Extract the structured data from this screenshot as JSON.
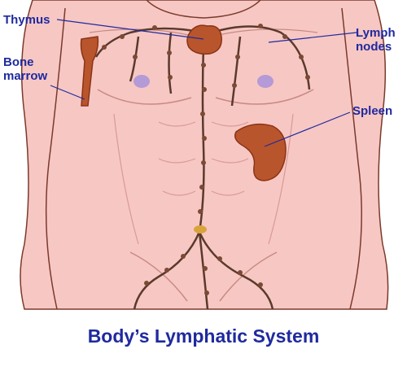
{
  "labels": {
    "thymus": "Thymus",
    "bone_marrow_line1": "Bone",
    "bone_marrow_line2": "marrow",
    "lymph_nodes_line1": "Lymph",
    "lymph_nodes_line2": "nodes",
    "spleen": "Spleen"
  },
  "title": "Body’s Lymphatic System",
  "colors": {
    "skin": "#f7c7c4",
    "skin_shade": "#efb3b0",
    "outline": "#7a3a2a",
    "organ": "#b9552c",
    "organ_dark": "#8a3415",
    "vessel": "#5a3a2a",
    "nipple": "#b49ad6",
    "label": "#1f2a9e",
    "node": "#d8a33a"
  }
}
